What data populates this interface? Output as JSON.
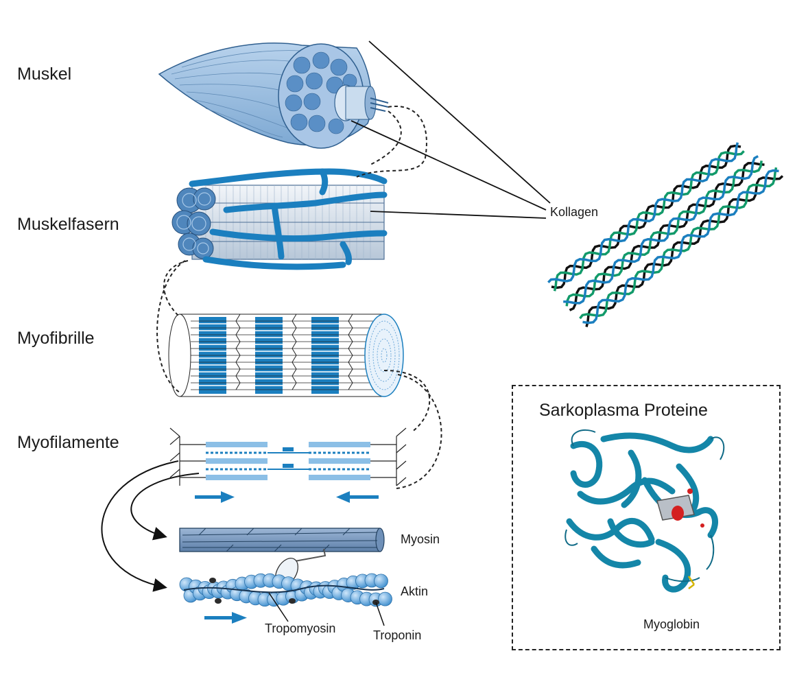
{
  "levels": {
    "muskel": "Muskel",
    "muskelfasern": "Muskelfasern",
    "myofibrille": "Myofibrille",
    "myofilamente": "Myofilamente"
  },
  "filaments": {
    "myosin": "Myosin",
    "aktin": "Aktin",
    "tropomyosin": "Tropomyosin",
    "troponin": "Troponin"
  },
  "collagen": {
    "label": "Kollagen"
  },
  "sarcoplasm": {
    "title": "Sarkoplasma Proteine",
    "protein": "Myoglobin"
  },
  "colors": {
    "accent_blue": "#1b7fbf",
    "light_blue": "#8fb8dc",
    "collagen_green": "#129a6a",
    "collagen_black": "#111111",
    "protein_teal": "#1486a8",
    "heme_red": "#d42020"
  }
}
